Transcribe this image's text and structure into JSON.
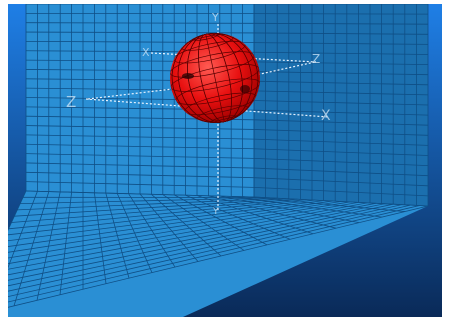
{
  "viewport": {
    "background_top": "#1f7fe6",
    "background_bottom": "#0a2a58",
    "grid_fill": "#2a8fd4",
    "grid_line": "#0f4f86",
    "wall_shadow": "#1b6fae"
  },
  "sphere": {
    "color": "#e81010",
    "wire_color": "#5a0000"
  },
  "axes": {
    "color": "#e8f3ff",
    "x_label": "X",
    "y_label": "Y",
    "z_label": "Z",
    "x_label_secondary": "X",
    "y_label_secondary": "Y",
    "z_label_secondary": "Z"
  }
}
